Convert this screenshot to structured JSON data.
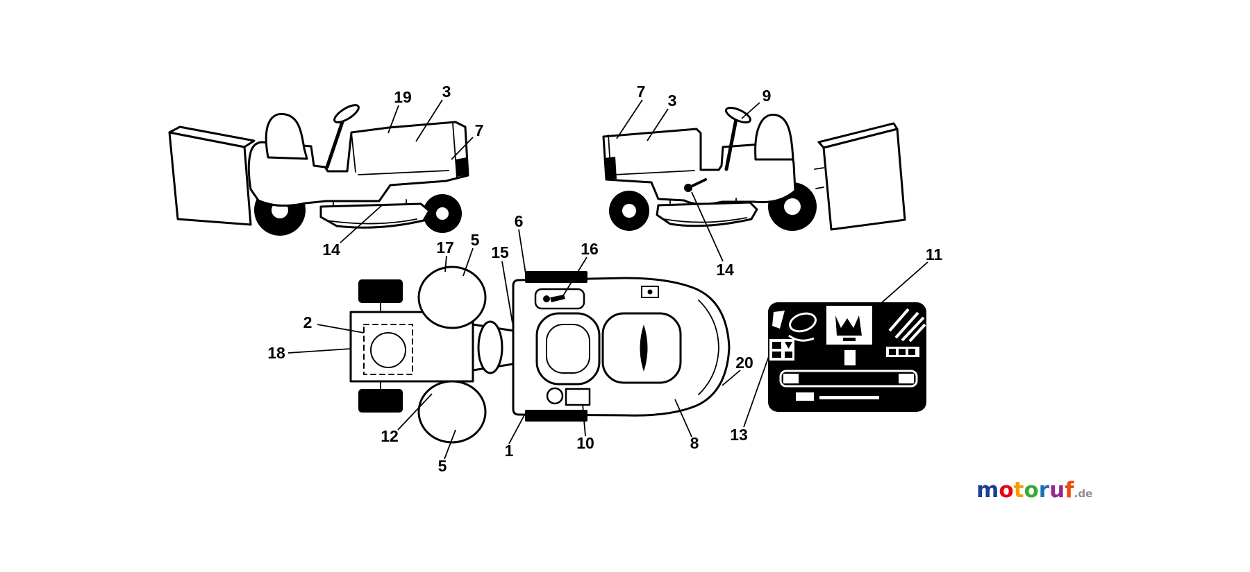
{
  "canvas": {
    "background": "#ffffff",
    "line_color": "#000000"
  },
  "callouts": [
    {
      "label": "19"
    },
    {
      "label": "3"
    },
    {
      "label": "7"
    },
    {
      "label": "14"
    },
    {
      "label": "7"
    },
    {
      "label": "3"
    },
    {
      "label": "9"
    },
    {
      "label": "14"
    },
    {
      "label": "6"
    },
    {
      "label": "17"
    },
    {
      "label": "5"
    },
    {
      "label": "15"
    },
    {
      "label": "16"
    },
    {
      "label": "2"
    },
    {
      "label": "18"
    },
    {
      "label": "20"
    },
    {
      "label": "12"
    },
    {
      "label": "5"
    },
    {
      "label": "1"
    },
    {
      "label": "10"
    },
    {
      "label": "8"
    },
    {
      "label": "11"
    },
    {
      "label": "13"
    }
  ],
  "logo": {
    "letters": [
      {
        "ch": "m",
        "color": "#1c3f94"
      },
      {
        "ch": "o",
        "color": "#e30613"
      },
      {
        "ch": "t",
        "color": "#f59c00"
      },
      {
        "ch": "o",
        "color": "#3aa935"
      },
      {
        "ch": "r",
        "color": "#1d70b7"
      },
      {
        "ch": "u",
        "color": "#94288d"
      },
      {
        "ch": "f",
        "color": "#e94e0f"
      }
    ],
    "suffix": {
      "text": ".de",
      "color": "#8c8c8c"
    }
  }
}
